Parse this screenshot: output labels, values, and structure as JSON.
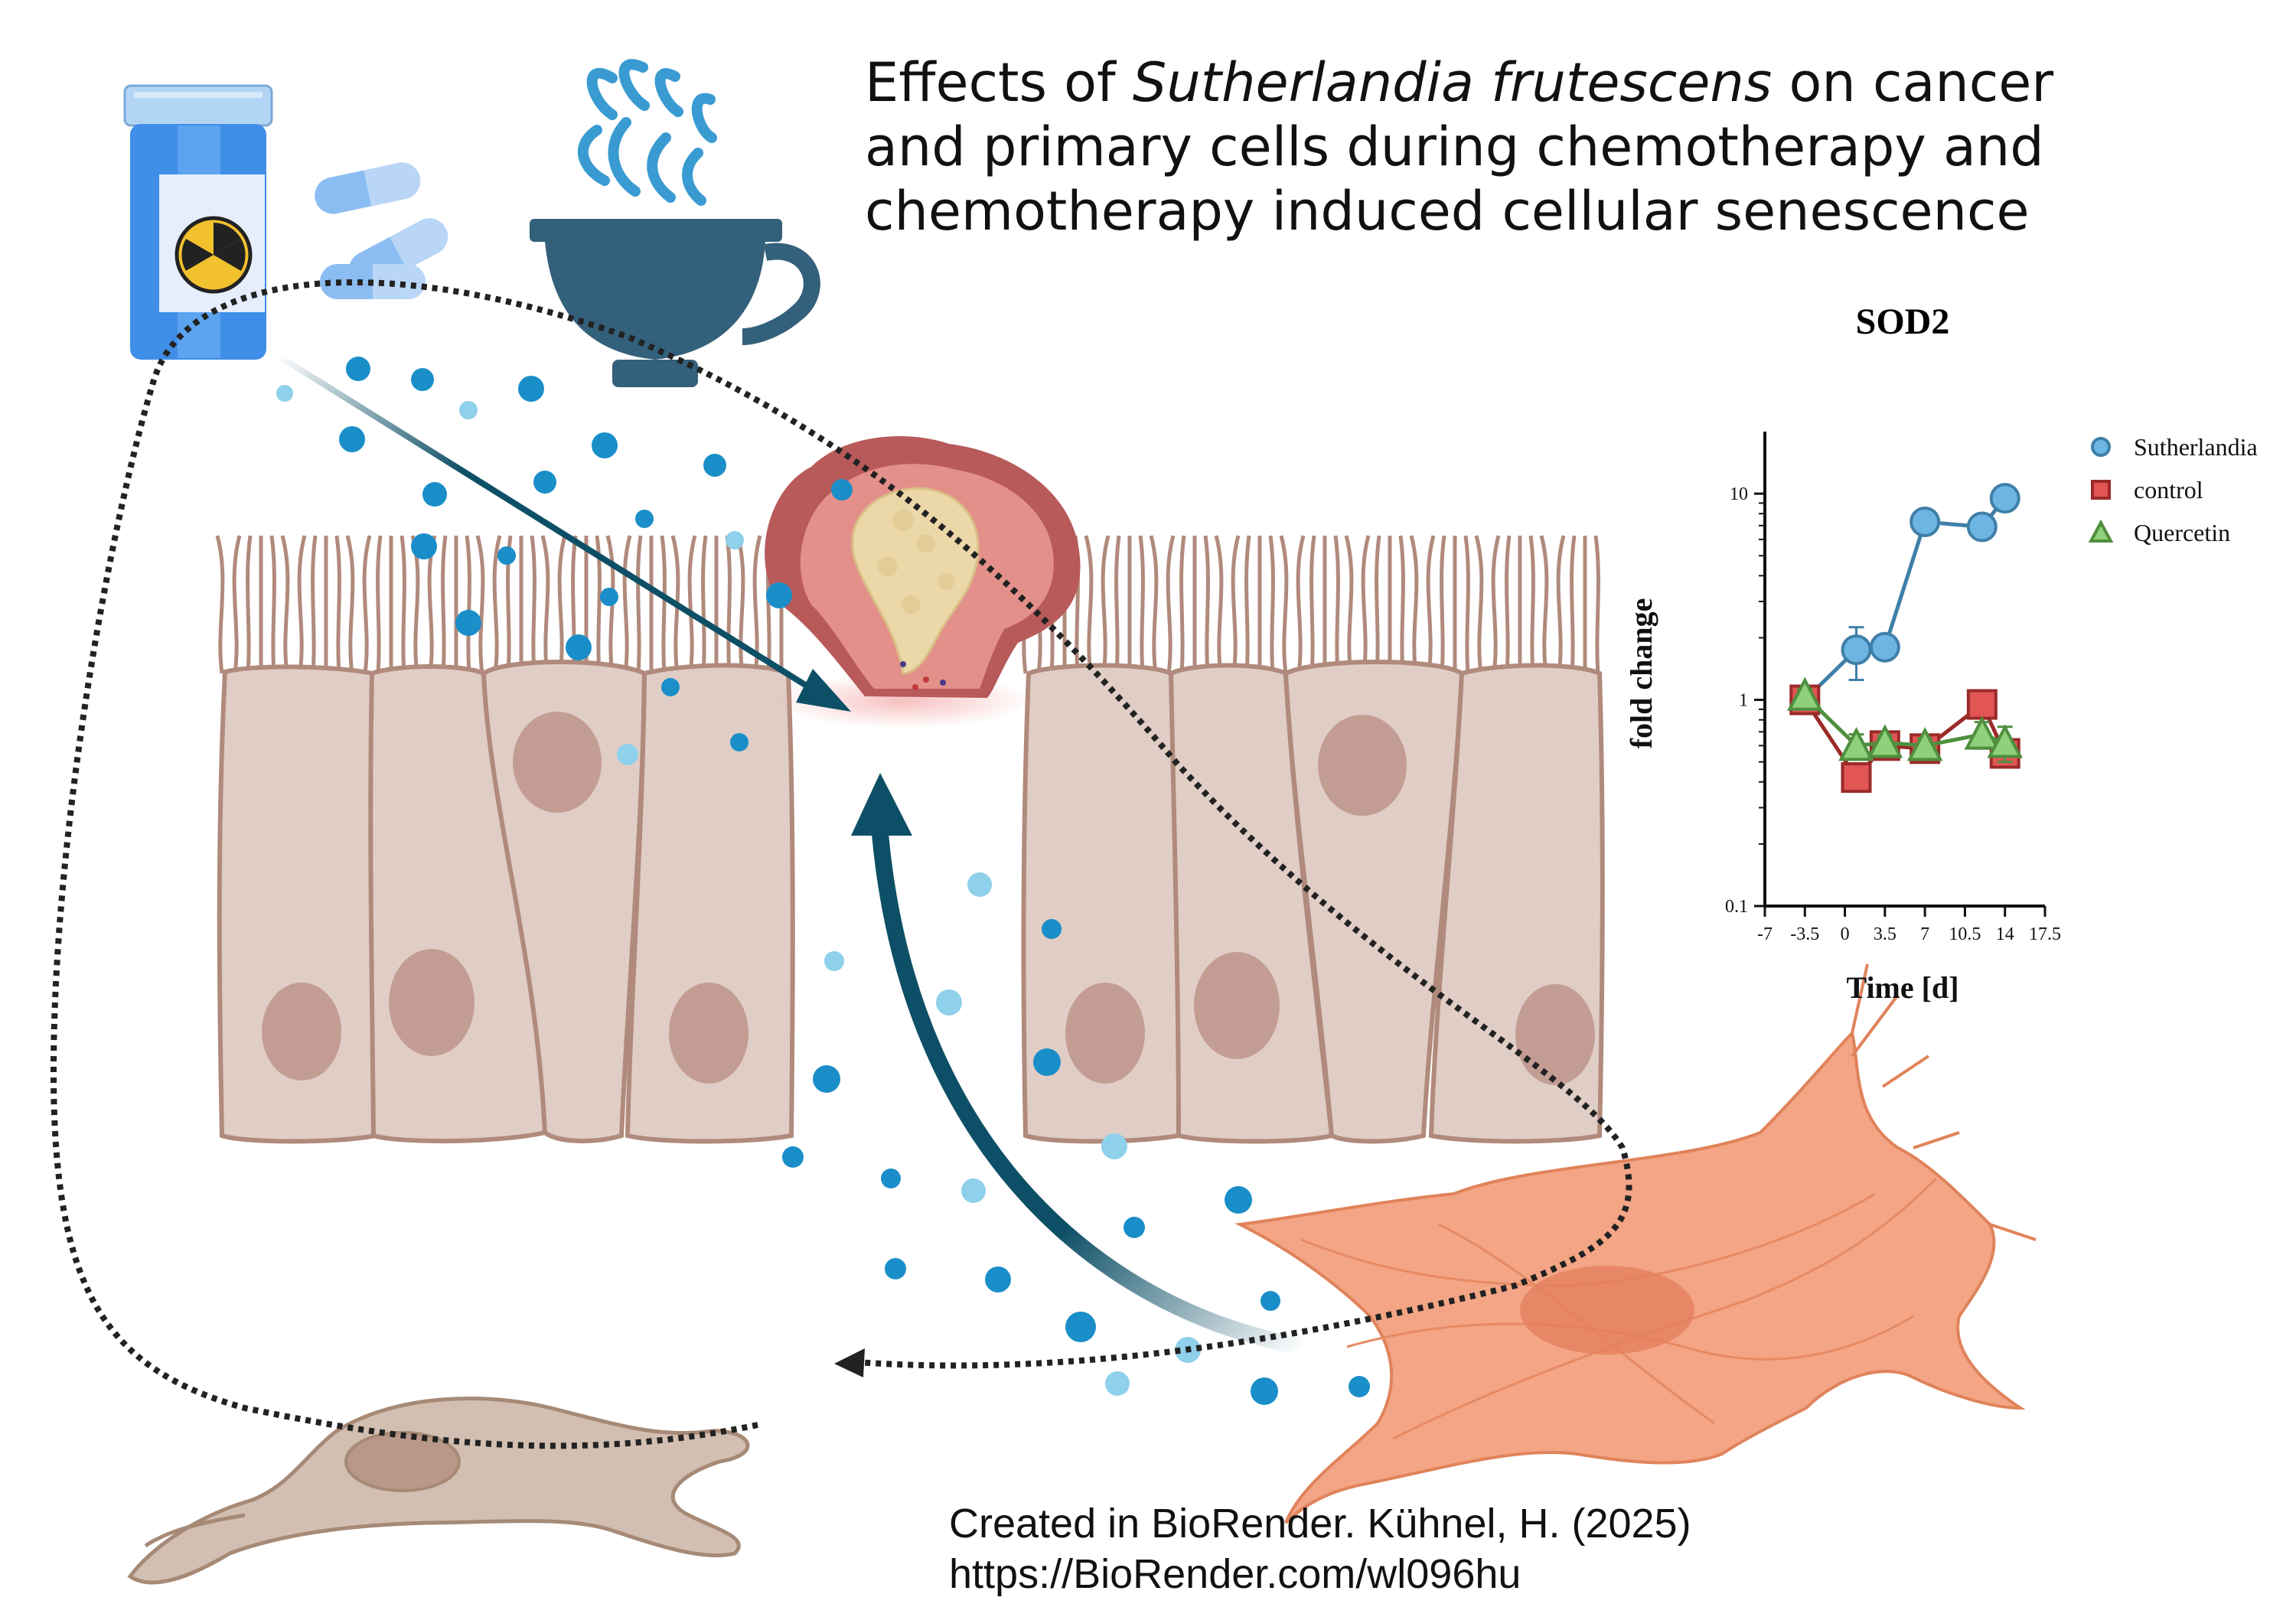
{
  "title": {
    "part1": "Effects of ",
    "species": "Sutherlandia frutescens",
    "part2": " on cancer and primary cells during chemotherapy and chemotherapy induced cellular senescence"
  },
  "credit": "Created in BioRender. Kühnel, H. (2025) https://BioRender.com/wl096hu",
  "icons": {
    "pill_bottle": "radiation-pill-bottle-icon",
    "capsules": "capsule-icon",
    "tea_cup": "hot-tea-cup-icon",
    "tumor": "tumor-icon",
    "epithelium": "epithelial-cells-icon",
    "fibroblast_senescent": "senescent-fibroblast-icon",
    "fibroblast_primary": "fibroblast-icon"
  },
  "colors": {
    "drop_dark": "#1a8ec9",
    "drop_light": "#8fd0ea",
    "arrow": "#0d4f66",
    "cell_fill": "#e0cdc6",
    "cell_stroke": "#b08a7c",
    "fibroblast": "#f3a585",
    "series_sutherlandia": "#6db6e4",
    "series_control": "#e25555",
    "series_quercetin": "#8fd07a"
  },
  "chart_data": {
    "type": "line",
    "title": "SOD2",
    "xlabel": "Time [d]",
    "ylabel": "fold change",
    "y_scale": "log",
    "ylim": [
      0.1,
      20
    ],
    "xlim": [
      -7,
      17.5
    ],
    "x_ticks": [
      -7,
      -3.5,
      0,
      3.5,
      7,
      10.5,
      14,
      17.5
    ],
    "x_tick_labels": [
      "-7",
      "-3.5",
      "0",
      "3.5",
      "7",
      "10.5",
      "14",
      "17.5"
    ],
    "y_ticks": [
      0.1,
      1,
      10
    ],
    "y_tick_labels": [
      "0.1",
      "1",
      "10"
    ],
    "legend_position": "top-right",
    "series": [
      {
        "name": "Sutherlandia",
        "marker": "circle",
        "color": "#6db6e4",
        "line": "#3f7fa8",
        "x": [
          -3.5,
          1,
          3.5,
          7,
          12,
          14
        ],
        "y": [
          1.0,
          1.75,
          1.8,
          7.3,
          6.9,
          9.5
        ],
        "err": [
          0.12,
          0.5,
          0.15,
          0.3,
          0.3,
          0.4
        ]
      },
      {
        "name": "control",
        "marker": "square",
        "color": "#e25555",
        "line": "#9b2a2a",
        "x": [
          -3.5,
          1,
          3.5,
          7,
          12,
          14
        ],
        "y": [
          1.0,
          0.42,
          0.6,
          0.58,
          0.95,
          0.55
        ],
        "err": [
          0.1,
          0.03,
          0.05,
          0.05,
          0.07,
          0.06
        ]
      },
      {
        "name": "Quercetin",
        "marker": "triangle",
        "color": "#8fd07a",
        "line": "#4f8f3f",
        "x": [
          -3.5,
          1,
          3.5,
          7,
          12,
          14
        ],
        "y": [
          1.05,
          0.6,
          0.62,
          0.6,
          0.68,
          0.62
        ],
        "err": [
          0.08,
          0.08,
          0.05,
          0.05,
          0.1,
          0.12
        ]
      }
    ]
  }
}
